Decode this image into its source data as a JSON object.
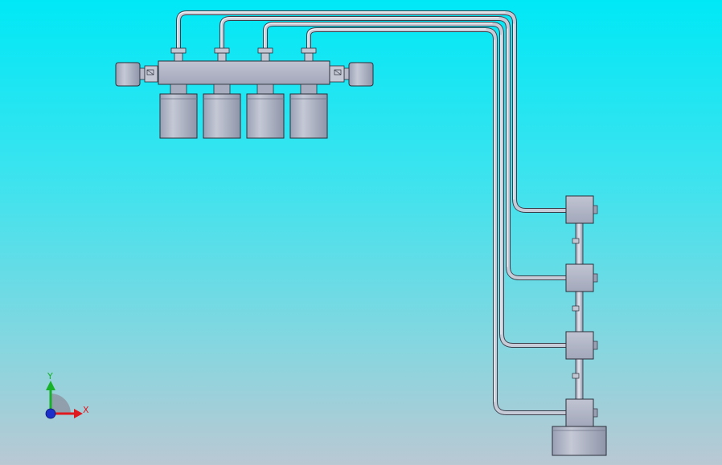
{
  "viewport": {
    "background_top": "#00e8f6",
    "background_bottom": "#b9c8d3"
  },
  "model": {
    "part_color": "#aeb3c4",
    "edge_color": "#2b2f3a",
    "manifold_outlets": 4,
    "valve_count": 4,
    "filter_canisters": 4
  },
  "triad": {
    "x_label": "X",
    "y_label": "Y",
    "x_color": "#e0191f",
    "y_color": "#17b12a",
    "z_color": "#1d2fc9"
  }
}
